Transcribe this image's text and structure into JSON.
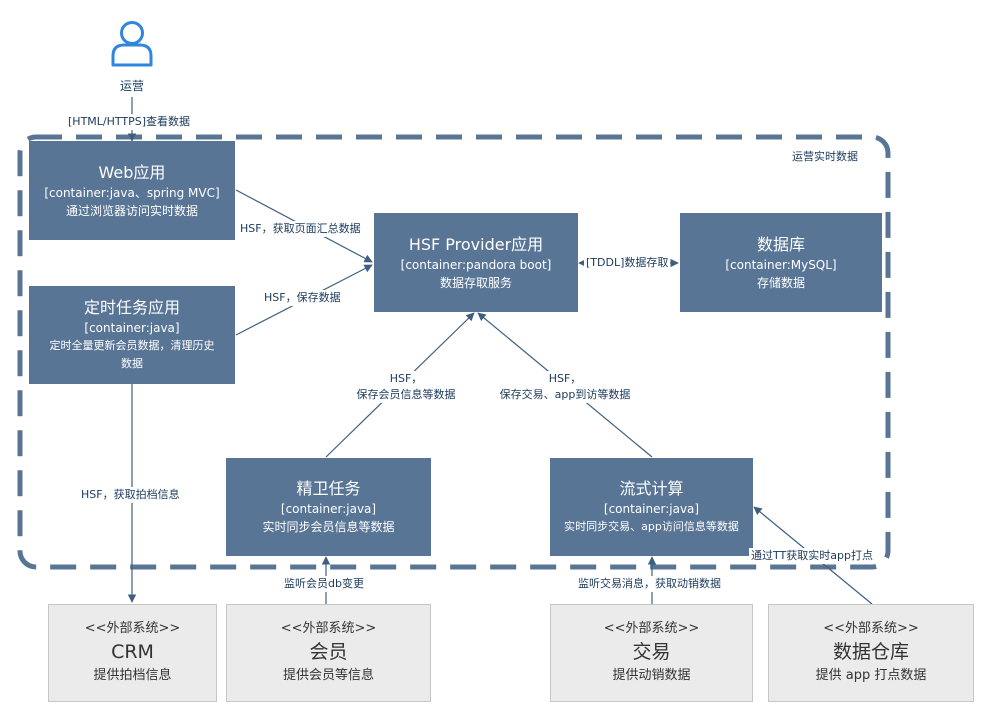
{
  "person": {
    "label": "运营"
  },
  "boundary": {
    "label": "运营实时数据"
  },
  "containers": {
    "web": {
      "title": "Web应用",
      "tech": "[container:java、spring MVC]",
      "desc": "通过浏览器访问实时数据"
    },
    "scheduler": {
      "title": "定时任务应用",
      "tech": "[container:java]",
      "desc_line1": "定时全量更新会员数据，清理历史",
      "desc_line2": "数据"
    },
    "provider": {
      "title": "HSF Provider应用",
      "tech": "[container:pandora boot]",
      "desc": "数据存取服务"
    },
    "database": {
      "title": "数据库",
      "tech": "[container:MySQL]",
      "desc": "存储数据"
    },
    "guard": {
      "title": "精卫任务",
      "tech": "[container:java]",
      "desc": "实时同步会员信息等数据"
    },
    "stream": {
      "title": "流式计算",
      "tech": "[container:java]",
      "desc": "实时同步交易、app访问信息等数据"
    }
  },
  "external_systems": {
    "crm": {
      "stereotype": "<<外部系统>>",
      "title": "CRM",
      "desc": "提供拍档信息"
    },
    "member": {
      "stereotype": "<<外部系统>>",
      "title": "会员",
      "desc": "提供会员等信息"
    },
    "trade": {
      "stereotype": "<<外部系统>>",
      "title": "交易",
      "desc": "提供动销数据"
    },
    "warehouse": {
      "stereotype": "<<外部系统>>",
      "title": "数据仓库",
      "desc": "提供 app 打点数据"
    }
  },
  "relations": {
    "person_web": "[HTML/HTTPS]查看数据",
    "web_provider": "HSF，获取页面汇总数据",
    "scheduler_provider": "HSF，保存数据",
    "provider_database": "[TDDL]数据存取",
    "guard_provider_line1": "HSF，",
    "guard_provider_line2": "保存会员信息等数据",
    "stream_provider_line1": "HSF，",
    "stream_provider_line2": "保存交易、app到访等数据",
    "scheduler_crm": "HSF，获取拍档信息",
    "member_guard": "监听会员db变更",
    "trade_stream": "监听交易消息，获取动销数据",
    "warehouse_stream": "通过TT获取实时app打点"
  }
}
